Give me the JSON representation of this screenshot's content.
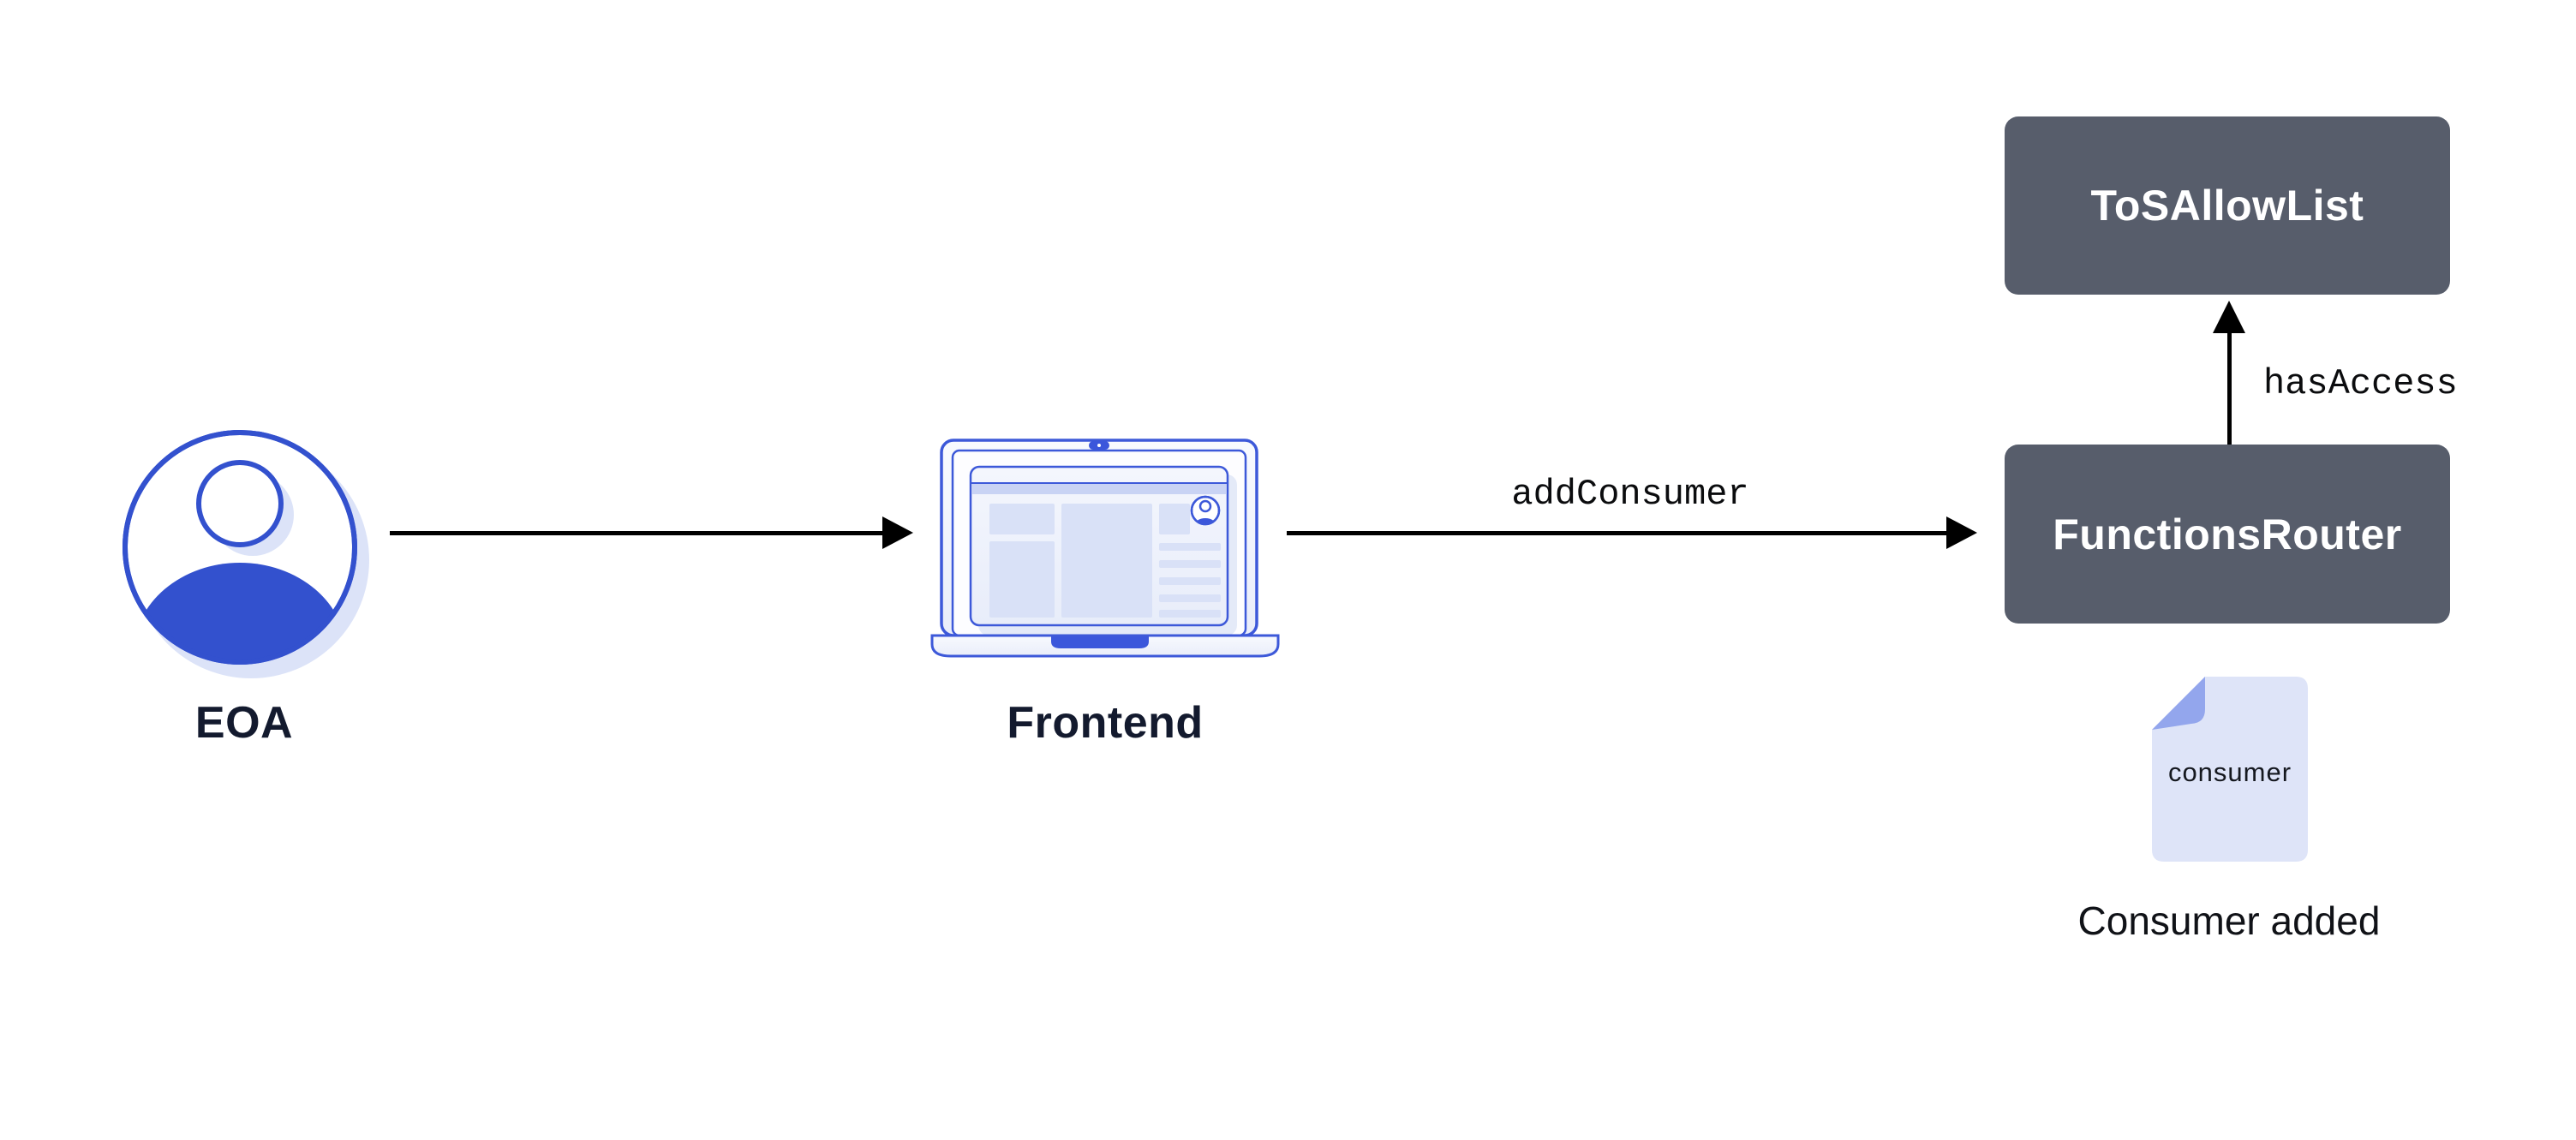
{
  "diagram": {
    "nodes": {
      "eoa": {
        "label": "EOA"
      },
      "frontend": {
        "label": "Frontend"
      },
      "functions_router": {
        "label": "FunctionsRouter"
      },
      "tos_allow_list": {
        "label": "ToSAllowList"
      },
      "consumer_document": {
        "label": "consumer",
        "caption": "Consumer added"
      }
    },
    "edges": [
      {
        "from": "EOA",
        "to": "Frontend",
        "label": ""
      },
      {
        "from": "Frontend",
        "to": "FunctionsRouter",
        "label": "addConsumer"
      },
      {
        "from": "FunctionsRouter",
        "to": "ToSAllowList",
        "label": "hasAccess"
      }
    ],
    "colors": {
      "contract_box": "#575D6B",
      "contract_label": "#FFFFFF",
      "accent_blue": "#3351CE",
      "laptop_stroke": "#3D59D9",
      "icon_light_blue": "#DEE4F8",
      "document_fold": "#93A6ED",
      "arrow": "#000000",
      "node_label_text": "#131A2E"
    }
  }
}
